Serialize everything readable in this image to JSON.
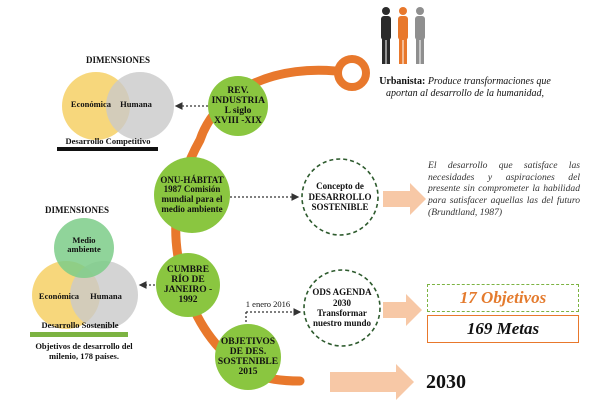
{
  "colors": {
    "orange": "#e8782c",
    "green": "#8ac640",
    "yellow": "#f6d36e",
    "gray": "#c9c9c9",
    "teal_green": "#7ccc88",
    "arrow_peach": "#f7c8a6",
    "box_orange_text": "#e47b2e",
    "box_green_border": "#7cb342",
    "dark_figure": "#2b2b2b",
    "gray_figure": "#8f8f8f"
  },
  "dimensions_top": {
    "title": "DIMENSIONES",
    "left": "Económica",
    "right": "Humana",
    "caption": "Desarrollo Competitivo"
  },
  "dimensions_bottom": {
    "title": "DIMENSIONES",
    "top": "Medio ambiente",
    "left": "Económica",
    "right": "Humana",
    "caption": "Desarrollo Sostenible",
    "note": "Objetivos de desarrollo del milenio, 178 países."
  },
  "milestones": [
    {
      "text": "REV. INDUSTRIA L siglo XVIII -XIX"
    },
    {
      "text": "ONU-HÁBITAT 1987 Comisión mundial para el medio ambiente"
    },
    {
      "text": "CUMBRE RÍO DE JANEIRO - 1992"
    },
    {
      "text": "OBJETIVOS DE DES. SOSTENIBLE 2015"
    }
  ],
  "concepts": {
    "sustainable": "Concepto de DESARROLLO SOSTENIBLE",
    "ods": "ODS AGENDA 2030 Transformar nuestro mundo",
    "ods_date": "1 enero 2016"
  },
  "quote": "El desarrollo que satisface las necesidades y aspiraciones del presente sin comprometer la habilidad para satisfacer aquellas las del futuro (Brundtland, 1987)",
  "urbanista": {
    "label": "Urbanista:",
    "text": "Produce transformaciones que aportan al desarrollo de la humanidad,"
  },
  "goals": {
    "objectives": "17 Objetivos",
    "targets": "169 Metas"
  },
  "year": "2030"
}
